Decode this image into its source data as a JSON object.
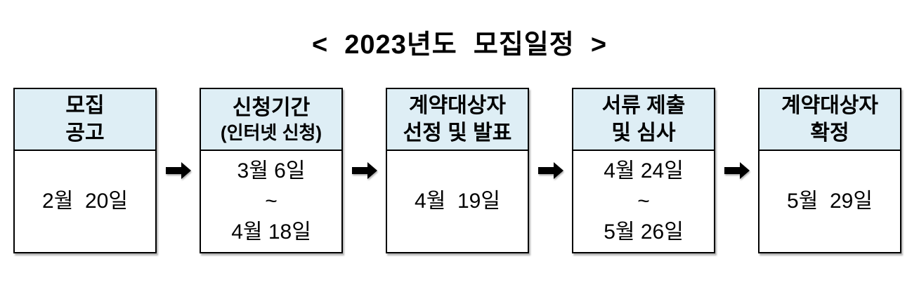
{
  "title": "<  2023년도  모집일정  >",
  "colors": {
    "header_bg": "#deeef5",
    "box_border": "#000000",
    "arrow": "#000000"
  },
  "steps": [
    {
      "header": [
        "모집",
        "공고"
      ],
      "body": [
        "2월  20일"
      ]
    },
    {
      "header": [
        "신청기간",
        "(인터넷 신청)"
      ],
      "body": [
        "3월 6일",
        "~",
        "4월 18일"
      ]
    },
    {
      "header": [
        "계약대상자",
        "선정 및 발표"
      ],
      "body": [
        "4월  19일"
      ]
    },
    {
      "header": [
        "서류 제출",
        "및 심사"
      ],
      "body": [
        "4월 24일",
        "~",
        "5월 26일"
      ]
    },
    {
      "header": [
        "계약대상자",
        "확정"
      ],
      "body": [
        "5월  29일"
      ]
    }
  ],
  "arrow_icon": "right-block-arrow"
}
